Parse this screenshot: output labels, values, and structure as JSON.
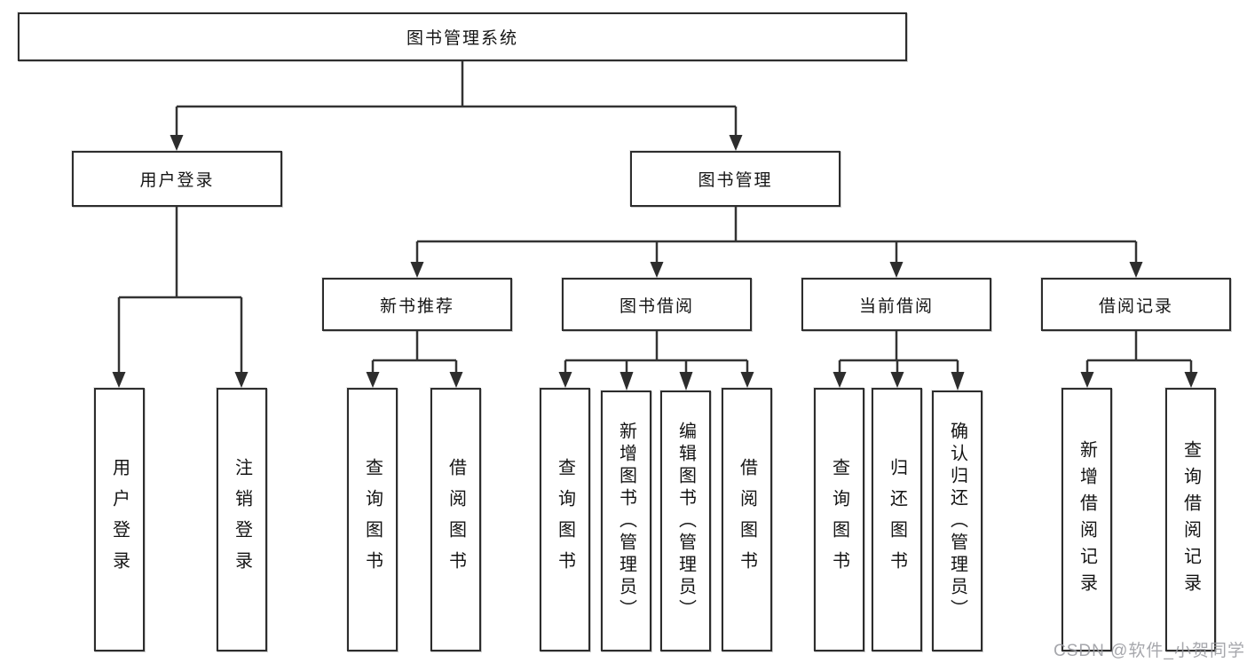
{
  "diagram": {
    "root": {
      "label": "图书管理系统"
    },
    "level2": [
      {
        "label": "用户登录"
      },
      {
        "label": "图书管理"
      }
    ],
    "level3": [
      {
        "label": "新书推荐"
      },
      {
        "label": "图书借阅"
      },
      {
        "label": "当前借阅"
      },
      {
        "label": "借阅记录"
      }
    ],
    "leaves": {
      "user_login": [
        {
          "label": "用户登录"
        },
        {
          "label": "注销登录"
        }
      ],
      "new_books": [
        {
          "label": "查询图书"
        },
        {
          "label": "借阅图书"
        }
      ],
      "borrow": [
        {
          "label": "查询图书"
        },
        {
          "label": "新增图书（管理员）"
        },
        {
          "label": "编辑图书（管理员）"
        },
        {
          "label": "借阅图书"
        }
      ],
      "current": [
        {
          "label": "查询图书"
        },
        {
          "label": "归还图书"
        },
        {
          "label": "确认归还（管理员）"
        }
      ],
      "records": [
        {
          "label": "新增借阅记录"
        },
        {
          "label": "查询借阅记录"
        }
      ]
    },
    "watermark": "CSDN @软件_小贺同学",
    "colors": {
      "line": "#333333",
      "border": "#2d2d2d",
      "text": "#141414",
      "watermark": "#96989e",
      "background": "#ffffff"
    }
  }
}
